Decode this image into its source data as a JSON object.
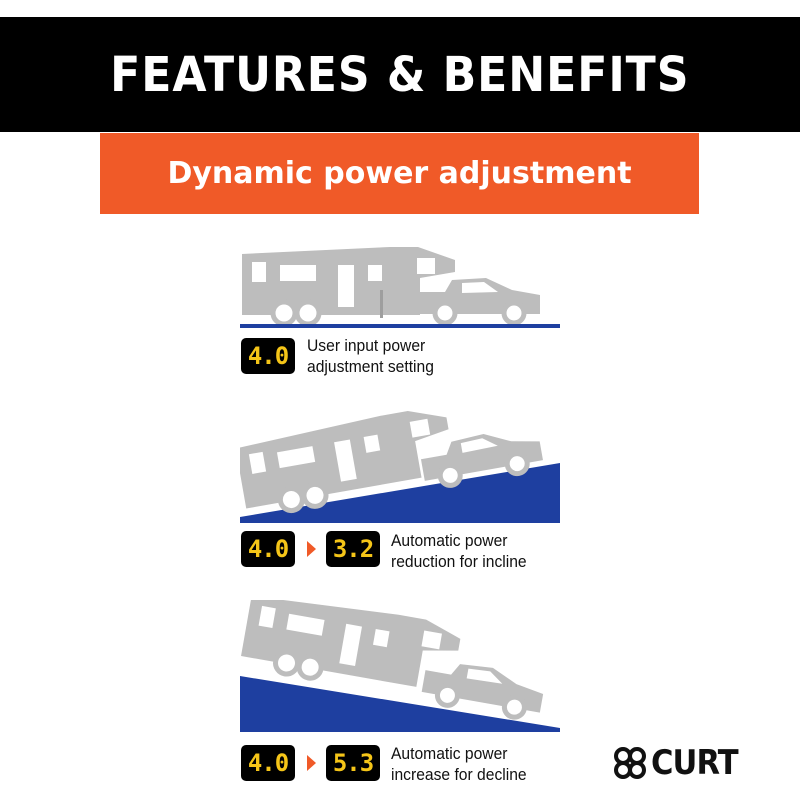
{
  "header": {
    "title": "FEATURES & BENEFITS"
  },
  "subheader": {
    "title": "Dynamic power adjustment"
  },
  "scenes": [
    {
      "readings": [
        "4.0"
      ],
      "caption_line1": "User input power",
      "caption_line2": "adjustment setting"
    },
    {
      "readings": [
        "4.0",
        "3.2"
      ],
      "caption_line1": "Automatic power",
      "caption_line2": "reduction for incline"
    },
    {
      "readings": [
        "4.0",
        "5.3"
      ],
      "caption_line1": "Automatic power",
      "caption_line2": "increase for decline"
    }
  ],
  "brand": {
    "name": "CURT"
  },
  "colors": {
    "header_bg": "#000000",
    "accent": "#f05a28",
    "road": "#1e3fa0",
    "vehicle": "#bdbdbd",
    "digits": "#f5c518"
  }
}
